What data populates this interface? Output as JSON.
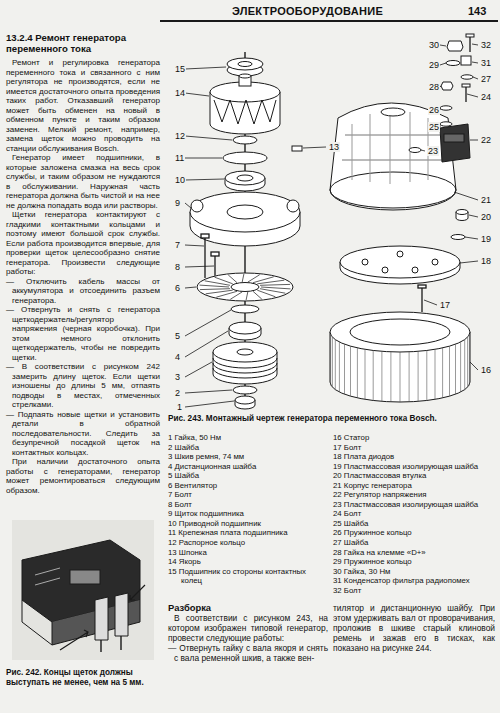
{
  "diagram": {
    "title": "ЭЛЕКТРООБОРУДОВАНИЕ",
    "caption": "Рис. 243. Монтажный чертеж генератора переменного тока Bosch.",
    "labels": [
      "143",
      "13.2.4 Ремонт генератора переменного тока",
      "Ремонт и регулировка генератора переменного тока и связанного с ним регулятора не производятся, если не имеется достаточного опыта проведения таких работ. Отказавший генератор может быть обменен на новый в обменном пункте и таким образом заменен. Мелкий ремонт, например, замена щеток можно проводить на станции обслуживания Bosch.",
      "Генератор имеет подшипники, в которые заложена смазка на весь срок службы, и таким образом не нуждаются в обслуживании. Наружная часть генератора должна быть чистой и на нее не должна попадать вода или растворы.",
      "Щетки генератора контактируют с гладкими контактными кольцами и поэтому имеют большой срок службы. Если работа производится впервые, для проверки щеток целесообразно снятие генератора. Произвести следующие работы:",
      "— Отключить кабель массы от аккумулятора и отсоединить разъем генератора.",
      "— Отвернуть и снять с генератора щеткодержатель/регулятор напряжения (черная коробочка). При этом немного отклонить щеткодержатель, чтобы не повредить щетки.",
      "— В соответствии с рисунком 242 замерить длину щеток. Если щетки изношены до длины 5 мм, отпаять подводы в местах, отмеченных стрелками.",
      "— Подпаять новые щетки и установить детали в обратной последовательности. Следить за безупречной посадкой щеток на контактных кольцах.",
      "При наличии достаточного опыта работы с генераторами, генератор может ремонтироваться следующим образом.",
      "Рис. 242. Концы щеток должны выступать не менее, чем на 5 мм.",
      "1 Гайка, 50 Нм",
      "2 Шайба",
      "3 Шкив ремня, 74 мм",
      "4 Дистанционная шайба",
      "5 Шайба",
      "6 Вентилятор",
      "7 Болт",
      "8 Болт",
      "9 Щиток подшипника",
      "10 Приводной подшипник",
      "11 Крепежная плата подшипника",
      "12 Распорное кольцо",
      "13 Шпонка",
      "14 Якорь",
      "15 Подшипник со стороны контактных колец",
      "16 Статор",
      "17 Болт",
      "18 Плата диодов",
      "19 Пластмассовая изолирующая шайба",
      "20 Пластмассовая втулка",
      "21 Корпус генератора",
      "22 Регулятор напряжения",
      "23 Пластмассовая изолирующая шайба",
      "24 Болт",
      "25 Шайба",
      "26 Пружинное кольцо",
      "27 Шайба",
      "28 Гайка на клемме «D+»",
      "29 Пружинное кольцо",
      "30 Гайка, 30 Нм",
      "31 Конденсатор фильтра радиопомех",
      "32 Болт",
      "Разборка",
      "В соответствии с рисунком 243, на котором изображен типовой генератор, провести следующие работы:",
      "— Отвернуть гайку с вала якоря и снять с вала ременной шкив, а также вен-",
      "тилятор и дистанционную шайбу. При этом удерживать вал от проворачивания, проложив в шкиве старый клиновой ремень и зажав его в тисках, как показано на рисунке 244.",
      "1",
      "2",
      "3",
      "4",
      "5",
      "6",
      "7",
      "8",
      "9",
      "10",
      "11",
      "12",
      "13",
      "14",
      "15",
      "16",
      "17",
      "18",
      "19",
      "20",
      "21",
      "22",
      "23",
      "24",
      "25",
      "26",
      "27",
      "28",
      "29",
      "30",
      "31",
      "32"
    ]
  }
}
